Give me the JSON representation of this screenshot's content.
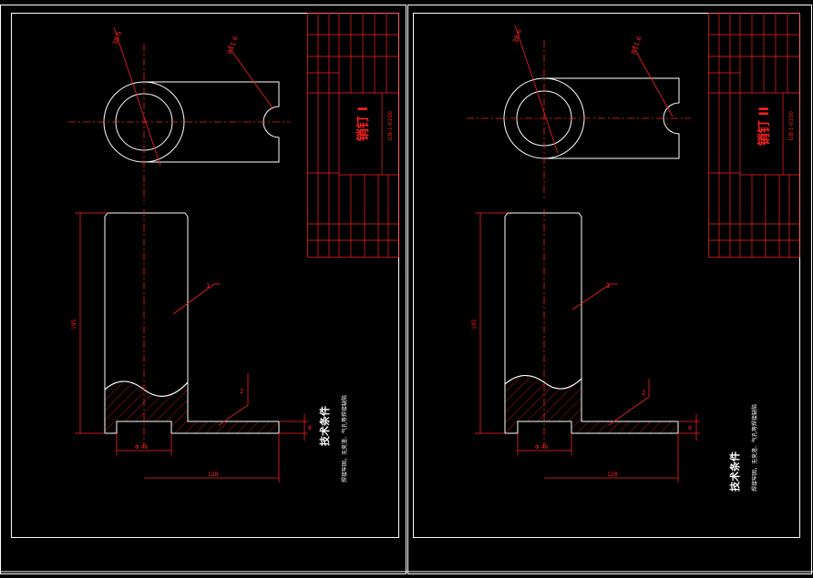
{
  "sheets": [
    {
      "title": "销钉 I",
      "drawing_no": "GB-1-0100",
      "dim_top": "38.6",
      "dim_radius": "R11.6",
      "dim_height": "195",
      "dim_width": "128",
      "dim_dia": "Φ 46",
      "dim_small": "8",
      "part1": "1",
      "part2": "2",
      "tech_title": "技术条件",
      "tech_text": "焊接牢固，无夹渣、气孔等焊接缺陷"
    },
    {
      "title": "销钉 II",
      "drawing_no": "GB-1-0100",
      "dim_top": "38.6",
      "dim_radius": "R11.6",
      "dim_height": "195",
      "dim_width": "128",
      "dim_dia": "Φ 46",
      "dim_small": "8",
      "part1": "1",
      "part2": "2",
      "tech_title": "技术条件",
      "tech_text": "焊接牢固，无夹渣、气孔等焊接缺陷"
    }
  ]
}
